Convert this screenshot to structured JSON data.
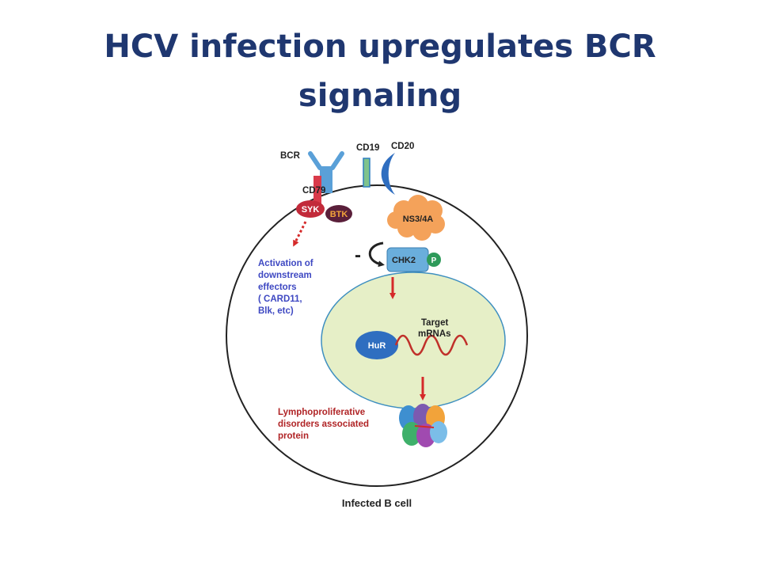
{
  "slide": {
    "title_line1": "HCV infection upregulates BCR",
    "title_line2": "signaling"
  },
  "diagram": {
    "receptors": {
      "bcr": "BCR",
      "cd19": "CD19",
      "cd20": "CD20",
      "cd79": "CD79"
    },
    "kinases": {
      "syk": "SYK",
      "btk": "BTK",
      "chk2": "CHK2",
      "phospho": "P"
    },
    "viral_protein": "NS3/4A",
    "inhibition_sign": "-",
    "activation_label": [
      "Activation of",
      "downstream",
      "effectors",
      "( CARD11,",
      "Blk, etc)"
    ],
    "hur": "HuR",
    "target_label": [
      "Target",
      "mRNAs"
    ],
    "lympho_label": [
      "Lymphoproliferative",
      "disorders associated",
      "protein"
    ],
    "cell_label": "Infected B cell",
    "colors": {
      "title": "#1f3770",
      "blue_text": "#3e48c2",
      "red_text": "#b02426",
      "nucleus_fill": "#e6efc7",
      "nucleus_stroke": "#3e8fc0",
      "ns34a_fill": "#f4a25a",
      "chk2_fill": "#6aaedc",
      "arrow_red": "#d52a2a"
    }
  }
}
